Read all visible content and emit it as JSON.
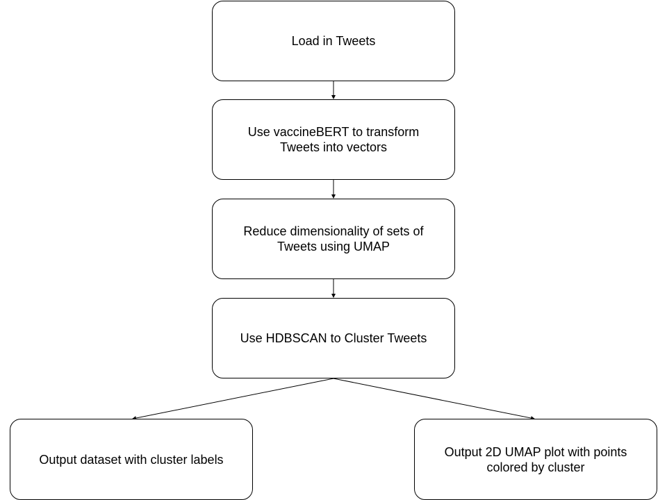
{
  "diagram": {
    "nodes": {
      "load": "Load in Tweets",
      "transform": "Use vaccineBERT to transform\nTweets into vectors",
      "reduce": "Reduce dimensionality of sets of\nTweets using UMAP",
      "cluster": "Use HDBSCAN to Cluster Tweets",
      "dataset": "Output dataset with cluster labels",
      "plot": "Output 2D UMAP plot with points\ncolored by cluster"
    },
    "edges": [
      {
        "from": "load",
        "to": "transform"
      },
      {
        "from": "transform",
        "to": "reduce"
      },
      {
        "from": "reduce",
        "to": "cluster"
      },
      {
        "from": "cluster",
        "to": "dataset"
      },
      {
        "from": "cluster",
        "to": "plot"
      }
    ],
    "colors": {
      "stroke": "#000000",
      "fill": "#ffffff",
      "text": "#000000"
    }
  }
}
